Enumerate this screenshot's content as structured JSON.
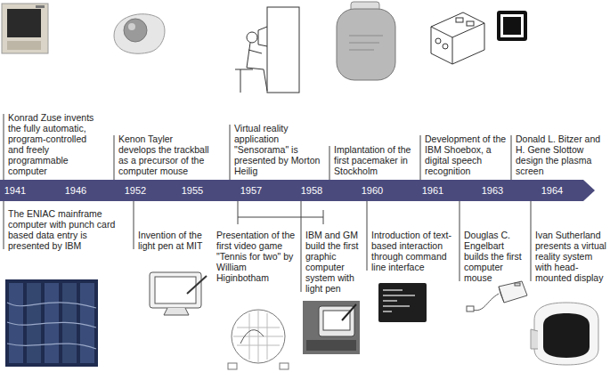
{
  "diagram": {
    "nodes": [
      {
        "text": [
          "1941",
          "1946",
          "1952",
          "1955",
          "1957",
          "1958",
          "1960",
          "1961",
          "1963",
          "1964"
        ]
      }
    ],
    "labels": [
      "Konrad Zuse invents the fully automatic, program-controlled and freely programmable computer",
      "Kenon Tayler develops the trackball as a precursor of the computer mouse",
      "Virtual reality application \"Sensorama\" is presented by Morton Heilig",
      "Implantation of the first pacemaker in Stockholm",
      "Development of the IBM Shoebox, a digital speech recognition",
      "Donald L. Bitzer and H. Gene Slottow design the plasma screen",
      "The ENIAC mainframe computer with punch card based data entry is presented by IBM",
      "Invention of the light pen at MIT",
      "Presentation of the first video game \"Tennis for two\" by William Higinbotham",
      "IBM and GM build the first graphic computer system with light pen",
      "Introduction of text-based interaction through command line interface",
      "Douglas C. Engelbart builds the first computer mouse",
      "Ivan Sutherland presents a virtual reality system with head-mounted display"
    ]
  }
}
